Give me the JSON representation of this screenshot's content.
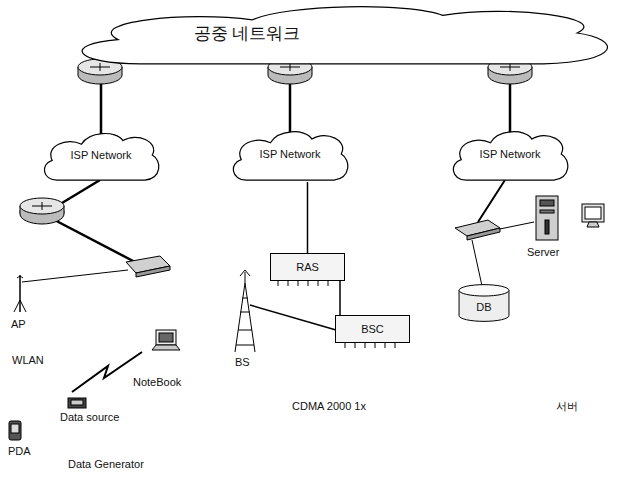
{
  "diagram": {
    "nodes": [
      {
        "text": [
          "공중 네트워크"
        ]
      },
      {
        "text": [
          "ISP Network"
        ]
      },
      {
        "text": [
          "ISP Network"
        ]
      },
      {
        "text": [
          "ISP Network"
        ]
      },
      {
        "text": [
          "RAS"
        ]
      },
      {
        "text": [
          "BSC"
        ]
      },
      {
        "text": [
          "DB"
        ]
      }
    ],
    "edges": [
      {
        "from": 0,
        "to": 1,
        "arrow": "none"
      },
      {
        "from": 0,
        "to": 2,
        "arrow": "none"
      },
      {
        "from": 0,
        "to": 3,
        "arrow": "none"
      },
      {
        "from": 2,
        "to": 4,
        "arrow": "none"
      },
      {
        "from": 4,
        "to": 5,
        "arrow": "none"
      }
    ],
    "labels": [
      "AP",
      "WLAN",
      "NoteBook",
      "Data source",
      "PDA",
      "Data Generator",
      "BS",
      "CDMA 2000 1x",
      "Server",
      "서버"
    ]
  }
}
